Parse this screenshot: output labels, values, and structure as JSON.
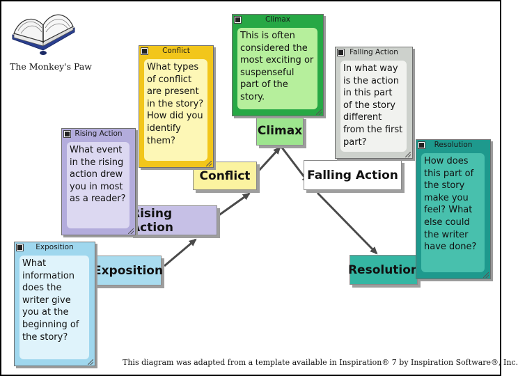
{
  "title": "The Monkey's Paw",
  "stages": {
    "exposition": "Exposition",
    "rising": "Rising Action",
    "conflict": "Conflict",
    "climax": "Climax",
    "falling": "Falling Action",
    "resolution": "Resolution"
  },
  "notes": {
    "exposition": {
      "header": "Exposition",
      "text": "What information does the writer give you at the beginning of the story?"
    },
    "rising": {
      "header": "Rising Action",
      "text": "What event in the rising action drew you in most as a reader?"
    },
    "conflict": {
      "header": "Conflict",
      "text": "What types of conflict are present in the story? How did you identify them?"
    },
    "climax": {
      "header": "Climax",
      "text": "This is often considered the most exciting or suspenseful part of the story."
    },
    "falling": {
      "header": "Falling Action",
      "text": "In what way is the action in this part of the story different from the first part?"
    },
    "resolution": {
      "header": "Resolution",
      "text": "How does this part of the story make you feel? What else could the writer have done?"
    }
  },
  "credit": "This diagram was adapted from a template available in Inspiration® 7 by Inspiration Software®, Inc.",
  "colors": {
    "exposition": "#a9dcef",
    "rising": "#c6c0e6",
    "conflict": "#fbf3a0",
    "climax": "#9de58e",
    "falling": "#ffffff",
    "resolution": "#35b6a3"
  }
}
